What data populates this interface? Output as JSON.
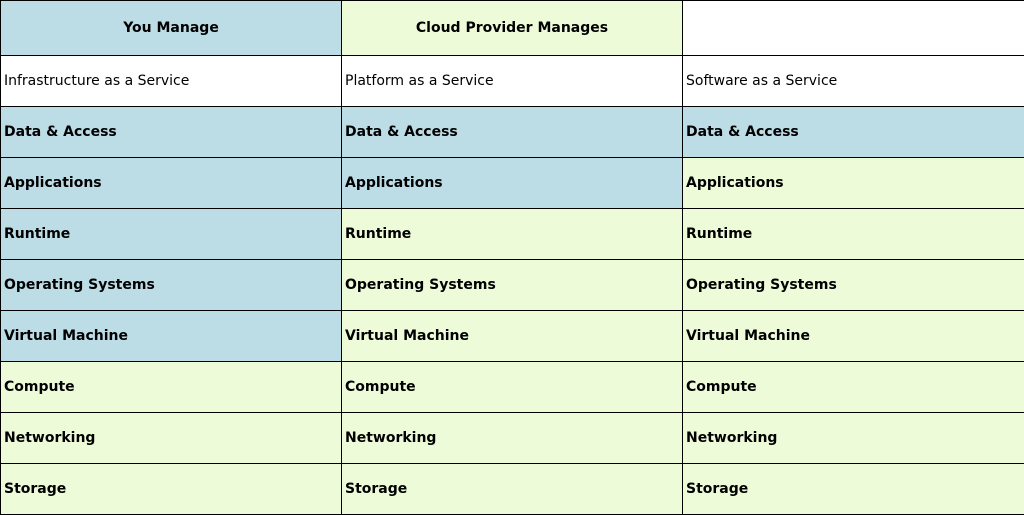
{
  "colors": {
    "you_manage": "#bcdce6",
    "cloud_manages": "#eefbd9",
    "plain": "#ffffff",
    "border": "#000000"
  },
  "legend": {
    "you_manage": "You Manage",
    "cloud_manages": "Cloud Provider Manages",
    "blank": ""
  },
  "models": [
    "Infrastructure as a Service",
    "Platform as a Service",
    "Software as a Service"
  ],
  "layers": [
    {
      "name": "Data & Access",
      "managed_by": [
        "you",
        "you",
        "you"
      ]
    },
    {
      "name": "Applications",
      "managed_by": [
        "you",
        "you",
        "cloud"
      ]
    },
    {
      "name": "Runtime",
      "managed_by": [
        "you",
        "cloud",
        "cloud"
      ]
    },
    {
      "name": "Operating Systems",
      "managed_by": [
        "you",
        "cloud",
        "cloud"
      ]
    },
    {
      "name": "Virtual Machine",
      "managed_by": [
        "you",
        "cloud",
        "cloud"
      ]
    },
    {
      "name": "Compute",
      "managed_by": [
        "cloud",
        "cloud",
        "cloud"
      ]
    },
    {
      "name": "Networking",
      "managed_by": [
        "cloud",
        "cloud",
        "cloud"
      ]
    },
    {
      "name": "Storage",
      "managed_by": [
        "cloud",
        "cloud",
        "cloud"
      ]
    }
  ]
}
